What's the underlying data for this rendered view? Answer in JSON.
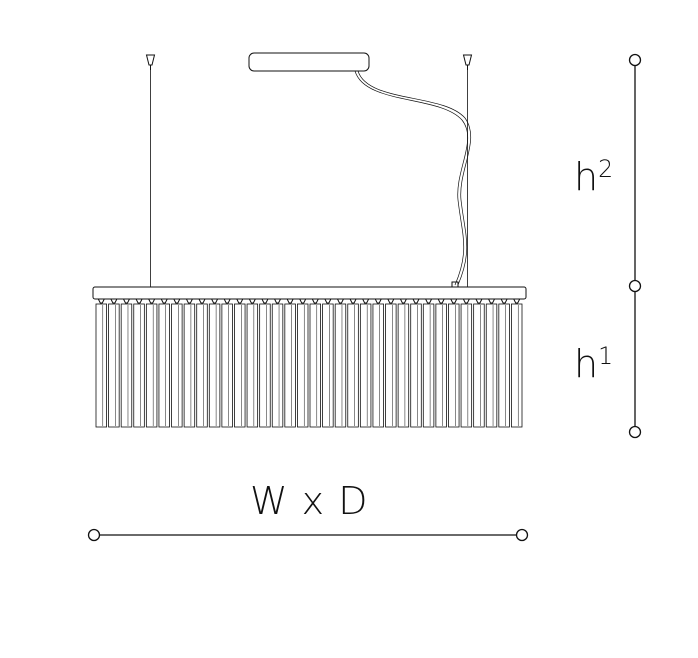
{
  "labels": {
    "h2_base": "h",
    "h2_sup": "2",
    "h1_base": "h",
    "h1_sup": "1",
    "width_depth": "W x D"
  },
  "colors": {
    "line": "#111111",
    "background": "#ffffff"
  },
  "drawing": {
    "crystal_count": 34
  }
}
